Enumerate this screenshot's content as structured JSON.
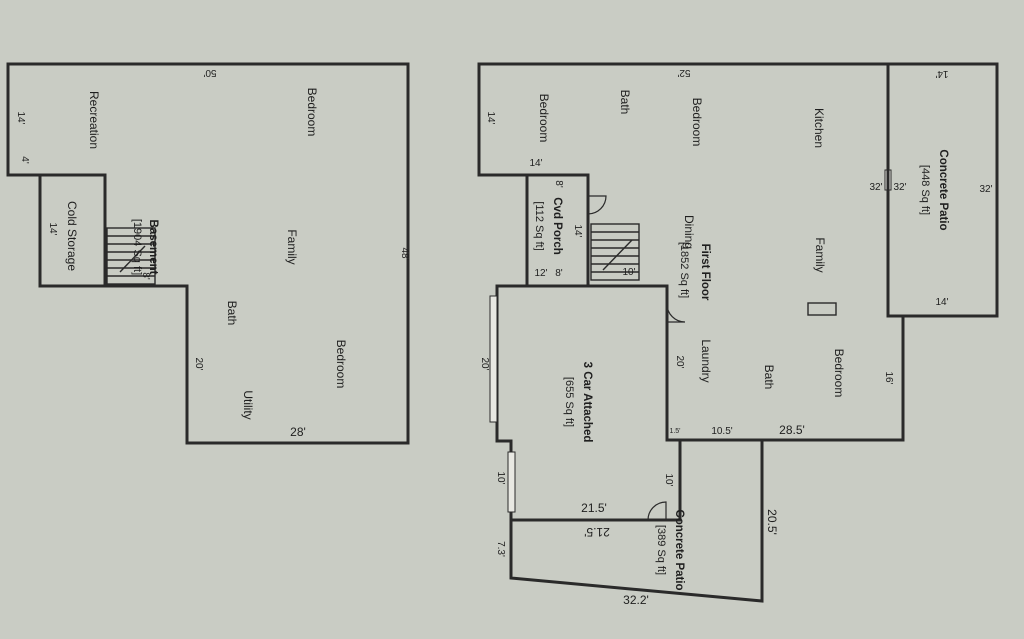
{
  "basement": {
    "rooms": {
      "recreation": "Recreation",
      "bedroom_top": "Bedroom",
      "cold_storage": "Cold Storage",
      "family": "Family",
      "bath": "Bath",
      "bedroom_bottom": "Bedroom",
      "utility": "Utility"
    },
    "title": "Basement",
    "area": "[1904 Sq ft]",
    "dims": {
      "top": "50'",
      "left_top": "14'",
      "left_notch": "4'",
      "cold_storage": "14'",
      "stair": "8'",
      "right": "48'",
      "inner_left": "20'",
      "bottom": "28'"
    }
  },
  "first_floor": {
    "title": "First Floor",
    "area": "[1852 Sq ft]",
    "rooms": {
      "bedroom_left": "Bedroom",
      "bath_top": "Bath",
      "bedroom_mid": "Bedroom",
      "kitchen": "Kitchen",
      "dining": "Dining",
      "family": "Family",
      "laundry": "Laundry",
      "bath_bottom": "Bath",
      "bedroom_bottom": "Bedroom"
    },
    "dims": {
      "top": "52'",
      "left": "14'",
      "notch": "14'",
      "porch_in": "14'",
      "stair": "10'",
      "left_inner": "20'",
      "right": "16'",
      "bottom_a": "10.5'",
      "bottom_b": "28.5'",
      "corner": "1.5'"
    }
  },
  "porch": {
    "title": "Cvd Porch",
    "area": "[112 Sq ft]",
    "dims": {
      "top": "8'",
      "bottom_a": "12'",
      "bottom_b": "8'"
    }
  },
  "patio_top": {
    "title": "Concrete Patio",
    "area": "[448 Sq ft]",
    "dims": {
      "top": "14'",
      "right": "32'",
      "left_a": "32'",
      "left_b": "32'",
      "bottom": "14'"
    }
  },
  "garage": {
    "title": "3 Car Attached",
    "area": "[655 Sq ft]",
    "dims": {
      "left": "20'",
      "left_lower": "10'",
      "right": "10'",
      "bottom": "21.5'",
      "right_inner": "20'"
    }
  },
  "patio_bottom": {
    "title": "Concrete Patio",
    "area": "[389 Sq ft]",
    "dims": {
      "top": "21.5'",
      "left": "7.3'",
      "right": "20.5'",
      "bottom": "32.2'"
    }
  }
}
